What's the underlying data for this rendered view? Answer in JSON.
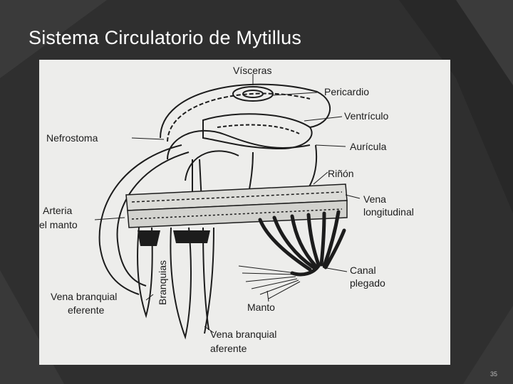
{
  "slide": {
    "title": "Sistema Circulatorio de Mytillus",
    "number": "35"
  },
  "diagram": {
    "labels": {
      "visceras": "Vísceras",
      "pericardio": "Pericardio",
      "ventriculo": "Ventrículo",
      "nefrostoma": "Nefrostoma",
      "auricula": "Aurícula",
      "rinon": "Riñón",
      "vena_longitudinal_1": "Vena",
      "vena_longitudinal_2": "longitudinal",
      "arteria_manto_1": "Arteria",
      "arteria_manto_2": "el manto",
      "canal_plegado_1": "Canal",
      "canal_plegado_2": "plegado",
      "vena_branquial_eferente_1": "Vena branquial",
      "vena_branquial_eferente_2": "eferente",
      "branquias": "Branquias",
      "manto": "Manto",
      "vena_branquial_aferente_1": "Vena branquial",
      "vena_branquial_aferente_2": "aferente"
    }
  },
  "colors": {
    "background": "#2f2f2f",
    "title": "#ffffff",
    "figure_paper": "#ededeb",
    "ink": "#1c1c1c"
  }
}
